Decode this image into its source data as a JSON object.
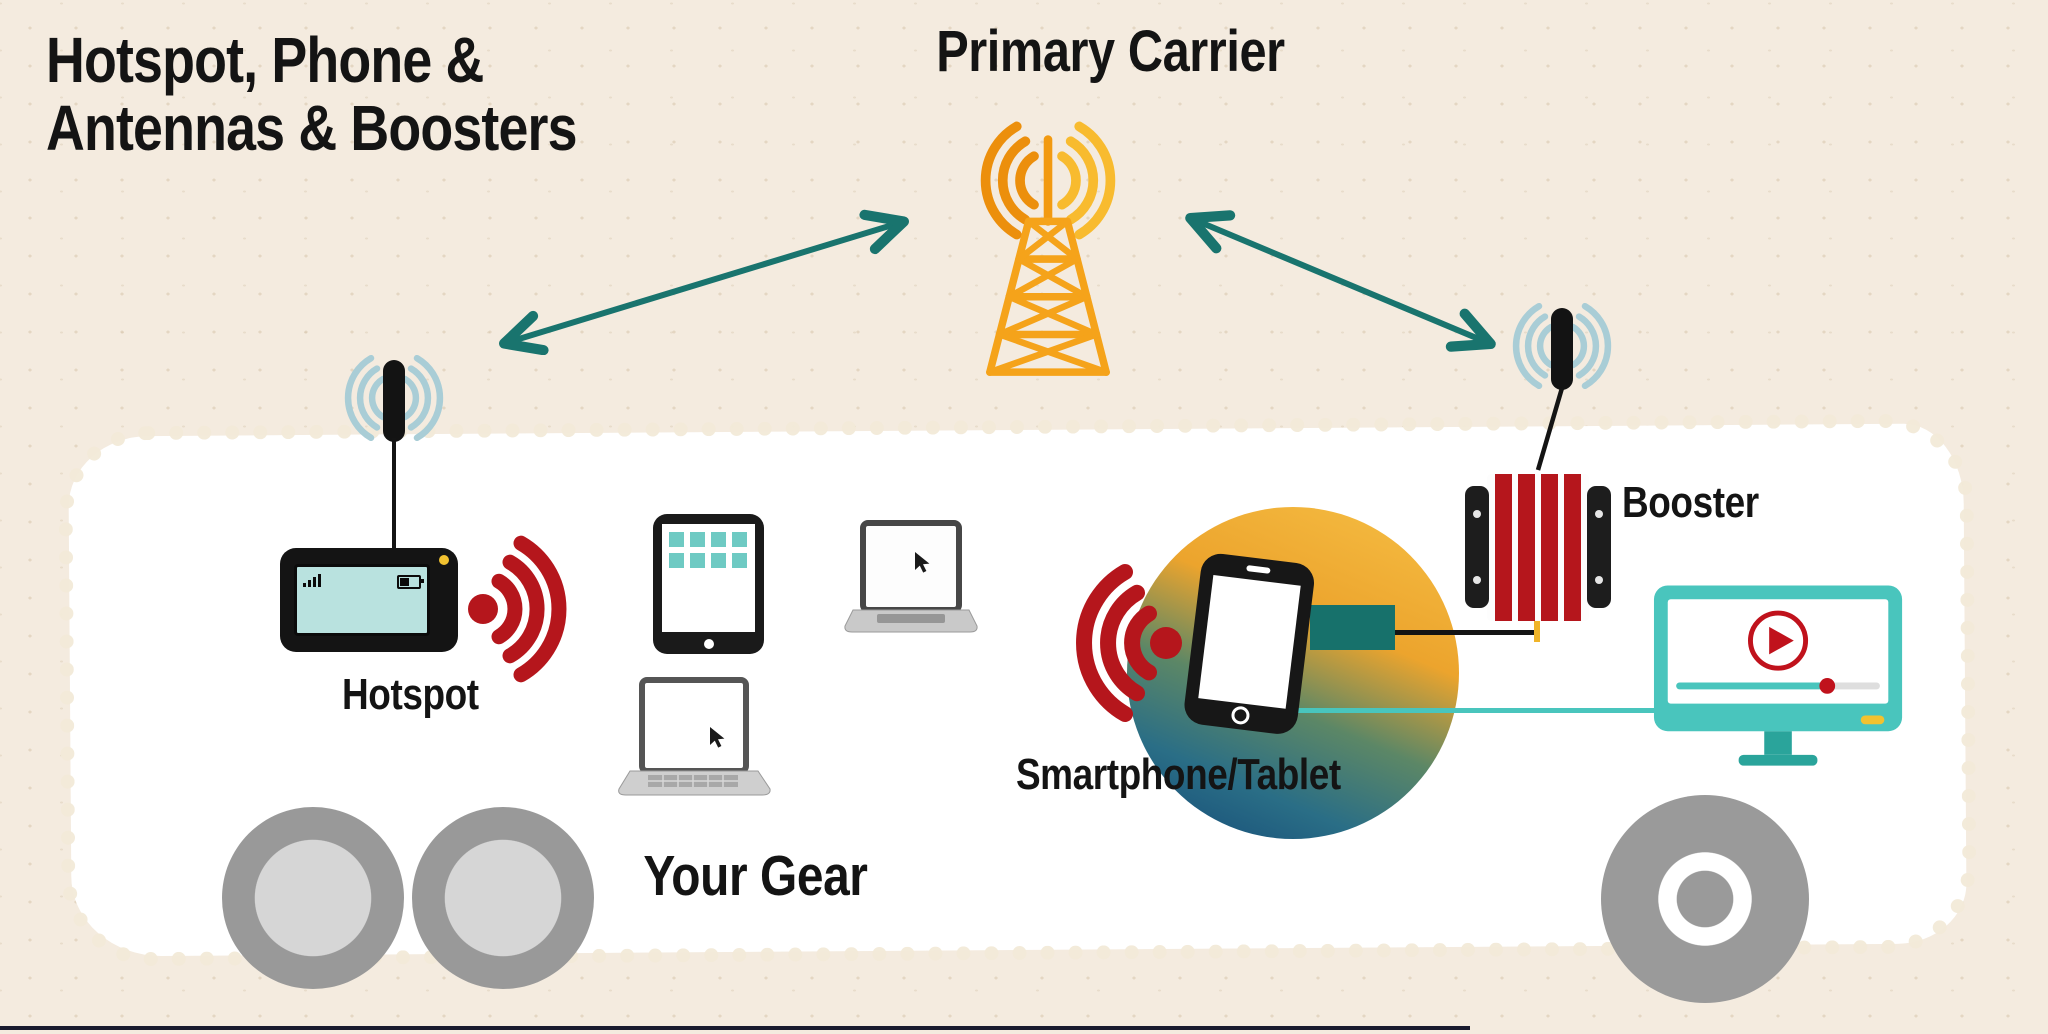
{
  "title": {
    "line1": "Hotspot, Phone &",
    "line2": "Antennas & Boosters"
  },
  "labels": {
    "primary_carrier": "Primary Carrier",
    "hotspot": "Hotspot",
    "booster": "Booster",
    "smartphone_tablet": "Smartphone/Tablet",
    "your_gear": "Your Gear"
  },
  "colors": {
    "background": "#f4ebdf",
    "panel": "#ffffff",
    "title_text": "#141414",
    "tower_orange": "#f5a31a",
    "tower_arc_left": "#ec8f0c",
    "tower_arc_right": "#f8bb2f",
    "arrow_teal": "#19746e",
    "antenna_wave_blue": "#a9cdd6",
    "signal_red": "#b5161c",
    "hotspot_screen": "#b9e2df",
    "connector_teal": "#17716b",
    "tv_teal": "#49c5bd",
    "accent_yellow": "#f2c230",
    "wheel_gray": "#999999",
    "circle_gradient_top": "#f3b840",
    "circle_gradient_bottom": "#174e79"
  },
  "icons": {
    "cell_tower": "cell-tower-icon",
    "antenna": "antenna-icon",
    "wifi_signal": "wifi-signal-icon",
    "hotspot_device": "hotspot-device-icon",
    "tablet": "tablet-icon",
    "laptop": "laptop-icon",
    "smartphone": "smartphone-icon",
    "booster": "booster-icon",
    "tv": "tv-icon",
    "play": "play-icon",
    "double_arrow": "double-arrow-icon",
    "wheel": "wheel-icon"
  },
  "connections": [
    {
      "from": "left-antenna",
      "to": "primary-carrier-tower",
      "type": "double-arrow"
    },
    {
      "from": "primary-carrier-tower",
      "to": "right-antenna",
      "type": "double-arrow"
    },
    {
      "from": "left-antenna",
      "to": "hotspot",
      "type": "cable"
    },
    {
      "from": "right-antenna",
      "to": "booster",
      "type": "cable"
    },
    {
      "from": "hotspot",
      "to": "your-gear-devices",
      "type": "wifi"
    },
    {
      "from": "smartphone",
      "to": "connector-box",
      "type": "wifi"
    },
    {
      "from": "booster",
      "to": "connector-box",
      "type": "cable"
    },
    {
      "from": "smartphone-area",
      "to": "tv",
      "type": "cable"
    }
  ]
}
